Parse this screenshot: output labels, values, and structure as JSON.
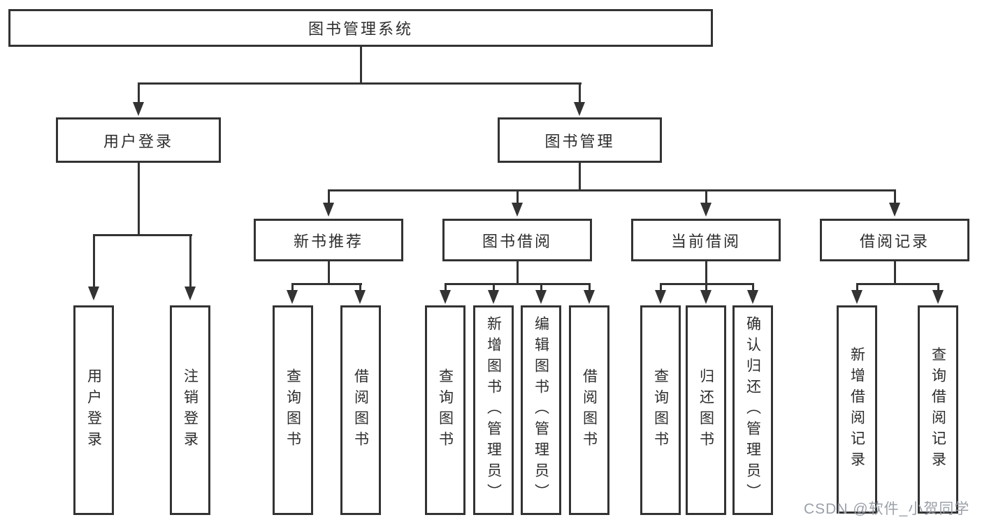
{
  "diagram": {
    "title": "图书管理系统",
    "level2": [
      {
        "label": "用户登录"
      },
      {
        "label": "图书管理"
      }
    ],
    "level3": [
      {
        "label": "新书推荐"
      },
      {
        "label": "图书借阅"
      },
      {
        "label": "当前借阅"
      },
      {
        "label": "借阅记录"
      }
    ],
    "leaves": {
      "user_login": [
        {
          "label": "用户登录"
        },
        {
          "label": "注销登录"
        }
      ],
      "new_book": [
        {
          "label": "查询图书"
        },
        {
          "label": "借阅图书"
        }
      ],
      "book_borrow": [
        {
          "label": "查询图书"
        },
        {
          "label": "新增图书（管理员）"
        },
        {
          "label": "编辑图书（管理员）"
        },
        {
          "label": "借阅图书"
        }
      ],
      "current_borrow": [
        {
          "label": "查询图书"
        },
        {
          "label": "归还图书"
        },
        {
          "label": "确认归还（管理员）"
        }
      ],
      "borrow_records": [
        {
          "label": "新增借阅记录"
        },
        {
          "label": "查询借阅记录"
        }
      ]
    },
    "colors": {
      "line": "#333333",
      "text": "#2d2d2d",
      "background": "#ffffff",
      "watermark": "#9ba1a9"
    },
    "watermark": "CSDN @软件_小贺同学"
  }
}
